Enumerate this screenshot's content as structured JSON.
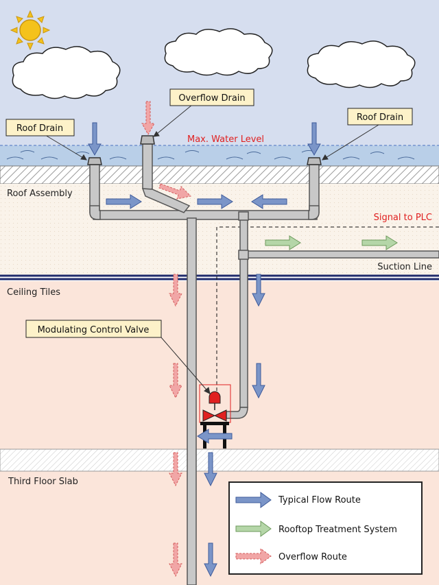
{
  "labels": {
    "roof_drain_left": "Roof Drain",
    "overflow_drain": "Overflow Drain",
    "roof_drain_right": "Roof Drain",
    "max_water_level": "Max. Water Level",
    "roof_assembly": "Roof Assembly",
    "signal_to_plc": "Signal to PLC",
    "suction_line": "Suction Line",
    "ceiling_tiles": "Ceiling Tiles",
    "modulating_control_valve": "Modulating Control Valve",
    "third_floor_slab": "Third Floor Slab"
  },
  "legend": {
    "typical": "Typical Flow Route",
    "rooftop": "Rooftop Treatment System",
    "overflow": "Overflow Route"
  },
  "colors": {
    "sky": "#d6deef",
    "water": "#b9cfe8",
    "roof_zone": "#faf3ea",
    "building": "#fbe5da",
    "pipe": "#c8c8c8",
    "pipe_outline": "#555555",
    "blue_arrow": "#7b95c8",
    "green_arrow": "#b5d6a8",
    "pink_arrow": "#f1a6a6",
    "callout_bg": "#fdf2c9",
    "valve_red": "#e02020",
    "signal_red": "#e02020",
    "sun": "#f4c21c"
  },
  "icons": [
    "sun-icon",
    "cloud-icon",
    "control-valve-icon",
    "actuator-icon"
  ]
}
